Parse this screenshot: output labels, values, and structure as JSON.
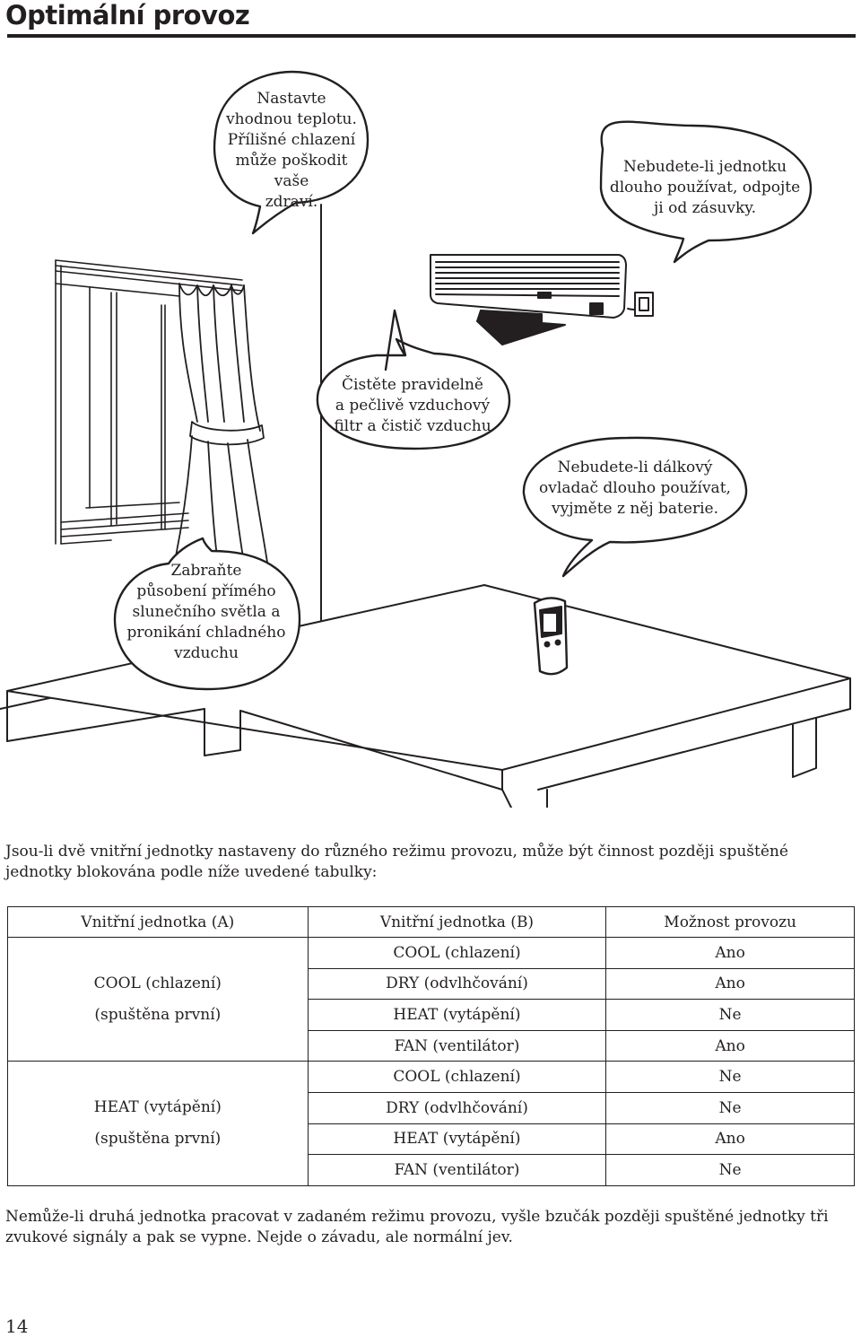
{
  "page": {
    "title": "Optimální provoz",
    "page_number": "14"
  },
  "illustration": {
    "bubbles": [
      {
        "text": "Nastavte vhodnou teplotu. Přílišné chlazení může poškodit vaše zdraví.",
        "lines": [
          "Nastavte",
          "vhodnou teplotu.",
          "Přílišné chlazení",
          "může poškodit vaše",
          "zdraví."
        ]
      },
      {
        "text": "Nebudete-li jednotku dlouho používat, odpojte ji od zásuvky.",
        "lines": [
          "Nebudete-li jednotku",
          "dlouho používat, odpojte",
          "ji od zásuvky."
        ]
      },
      {
        "text": "Čistěte pravidelně a pečlivě vzduchový filtr a čistič vzduchu",
        "lines": [
          "Čistěte pravidelně",
          "a pečlivě vzduchový",
          "filtr a čistič vzduchu"
        ]
      },
      {
        "text": "Nebudete-li dálkový ovladač dlouho používat, vyjměte z něj baterie.",
        "lines": [
          "Nebudete-li dálkový",
          "ovladač dlouho používat,",
          "vyjměte z něj baterie."
        ]
      },
      {
        "text": "Zabraňte působení přímého slunečního světla a pronikání chladného vzduchu",
        "lines": [
          "Zabraňte",
          "působení přímého",
          "slunečního světla a",
          "pronikání chladného",
          "vzduchu"
        ]
      }
    ]
  },
  "intro": "Jsou-li dvě vnitřní jednotky nastaveny do různého režimu provozu, může být činnost později spuštěné jednotky blokována podle níže uvedené tabulky:",
  "table": {
    "headers": [
      "Vnitřní jednotka (A)",
      "Vnitřní jednotka (B)",
      "Možnost provozu"
    ],
    "groups": [
      {
        "a_lines": [
          "COOL (chlazení)",
          "(spuštěna první)"
        ],
        "rows": [
          {
            "b": "COOL (chlazení)",
            "result": "Ano"
          },
          {
            "b": "DRY (odvlhčování)",
            "result": "Ano"
          },
          {
            "b": "HEAT (vytápění)",
            "result": "Ne"
          },
          {
            "b": "FAN (ventilátor)",
            "result": "Ano"
          }
        ]
      },
      {
        "a_lines": [
          "HEAT (vytápění)",
          "(spuštěna první)"
        ],
        "rows": [
          {
            "b": "COOL (chlazení)",
            "result": "Ne"
          },
          {
            "b": "DRY (odvlhčování)",
            "result": "Ne"
          },
          {
            "b": "HEAT (vytápění)",
            "result": "Ano"
          },
          {
            "b": "FAN (ventilátor)",
            "result": "Ne"
          }
        ]
      }
    ]
  },
  "note": "Nemůže-li druhá jednotka pracovat v zadaném režimu provozu, vyšle bzučák později spuštěné jednotky tři zvukové signály a pak se vypne. Nejde o závadu, ale normální jev."
}
